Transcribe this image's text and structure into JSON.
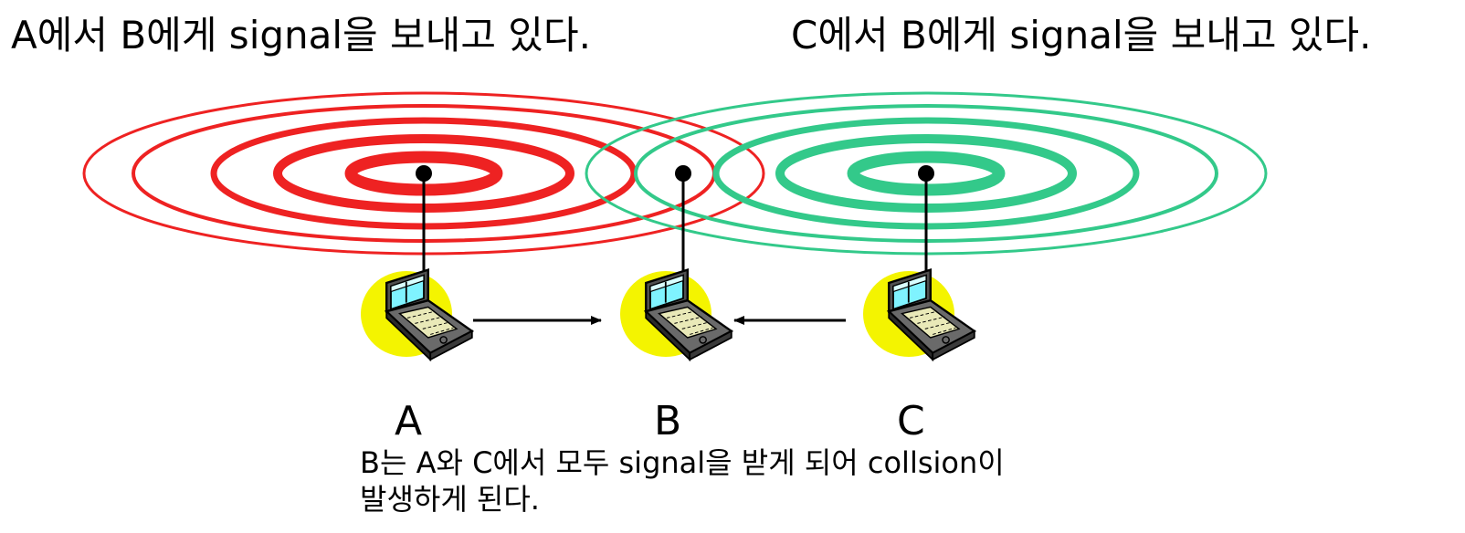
{
  "title_left": "A에서 B에게 signal을 보내고 있다.",
  "title_right": "C에서 B에게 signal을 보내고 있다.",
  "nodes": {
    "a": "A",
    "b": "B",
    "c": "C"
  },
  "caption": {
    "line1": "B는 A와 C에서 모두 signal을 받게 되어 collsion이",
    "line2": "발생하게 된다."
  },
  "colors": {
    "signal_a": "#ee2222",
    "signal_c": "#33c98a",
    "laptop_highlight": "#f4f400",
    "screen": "#7ff3ff"
  }
}
